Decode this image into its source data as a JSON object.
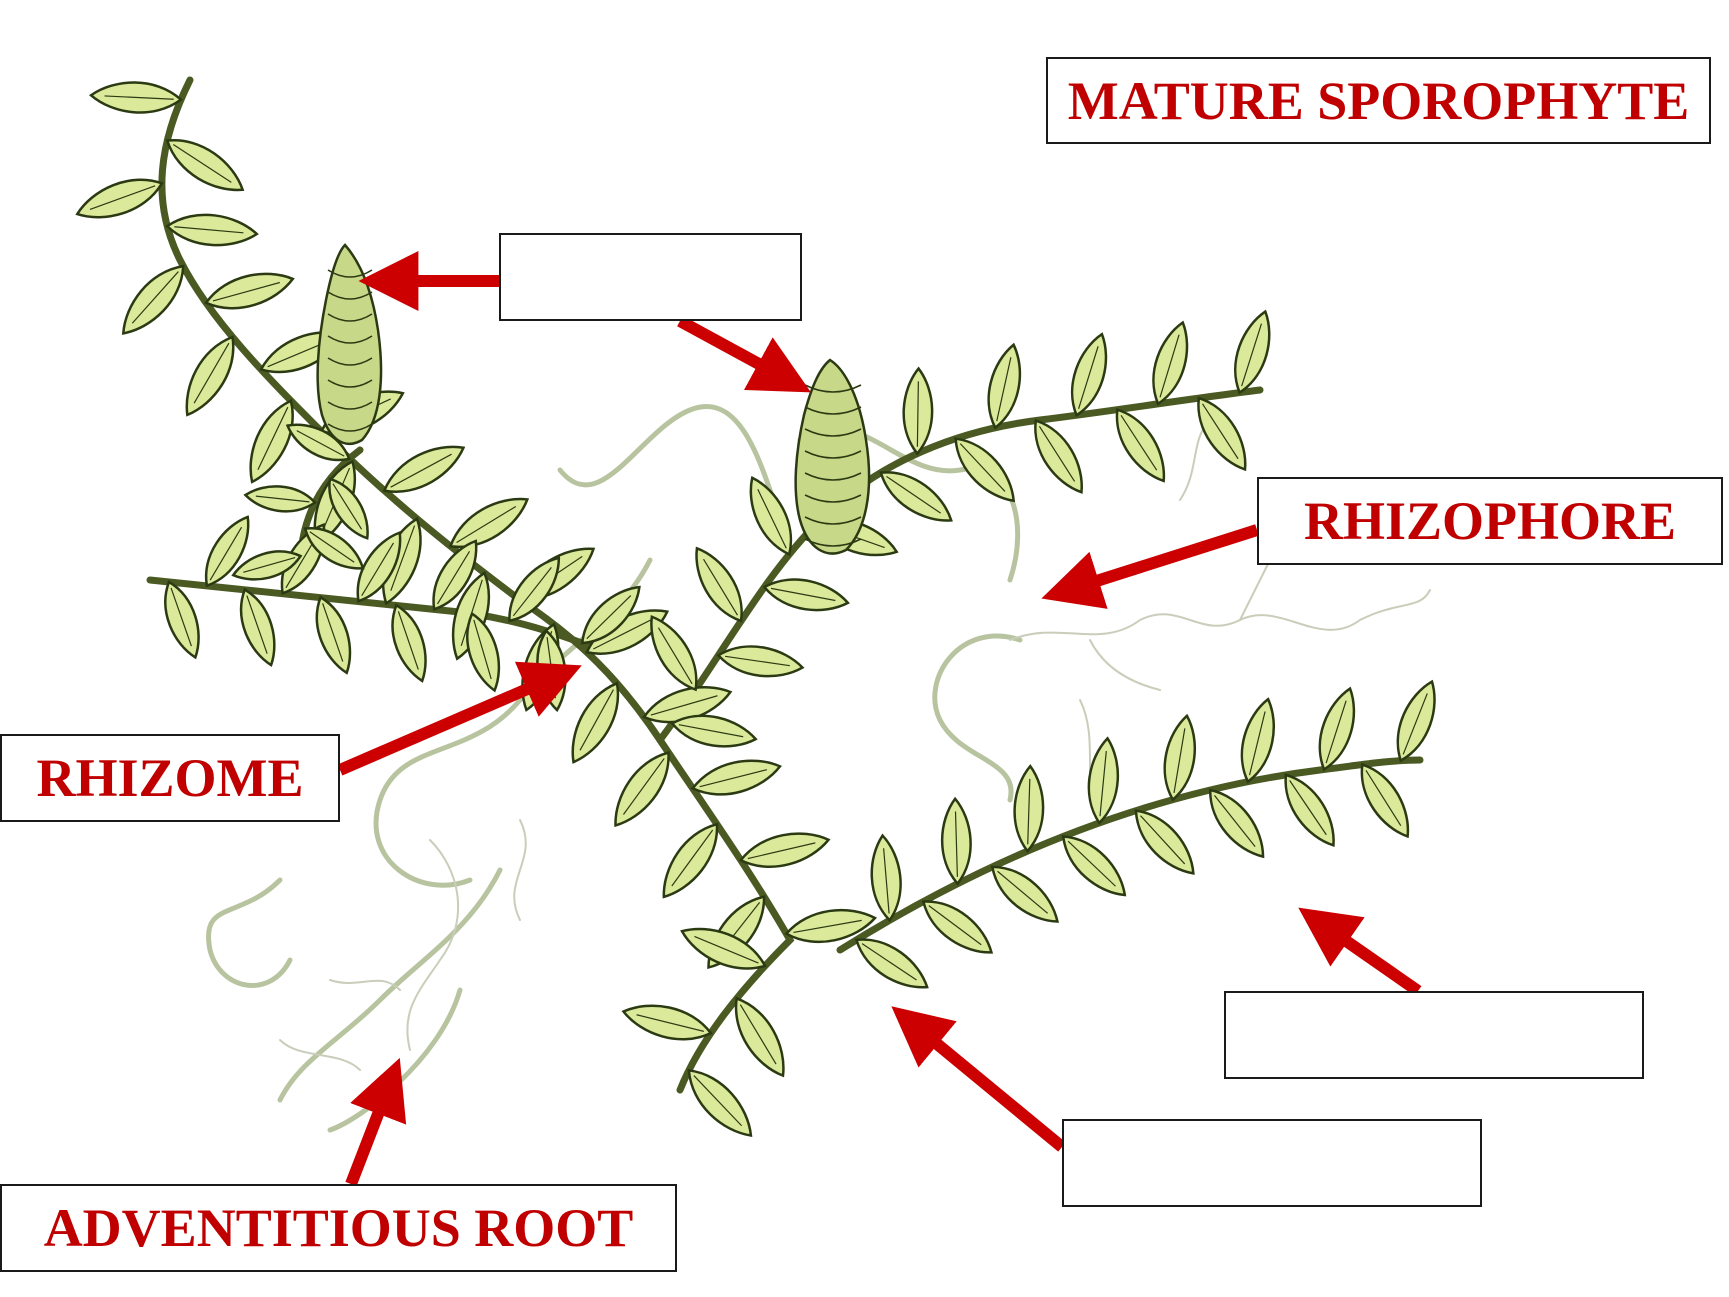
{
  "labels": {
    "mature_sporophyte": "MATURE SPOROPHYTE",
    "rhizophore": "RHIZOPHORE",
    "rhizome": "RHIZOME",
    "adventitious_root": "ADVENTITIOUS ROOT",
    "blank_strobilus": "",
    "blank_leaf": "",
    "blank_stem": ""
  },
  "colors": {
    "label_text": "#c00000",
    "arrow": "#cc0000",
    "leaf_fill": "#dbe99a",
    "leaf_stroke": "#2b3a12",
    "root": "#b8c4a0"
  }
}
